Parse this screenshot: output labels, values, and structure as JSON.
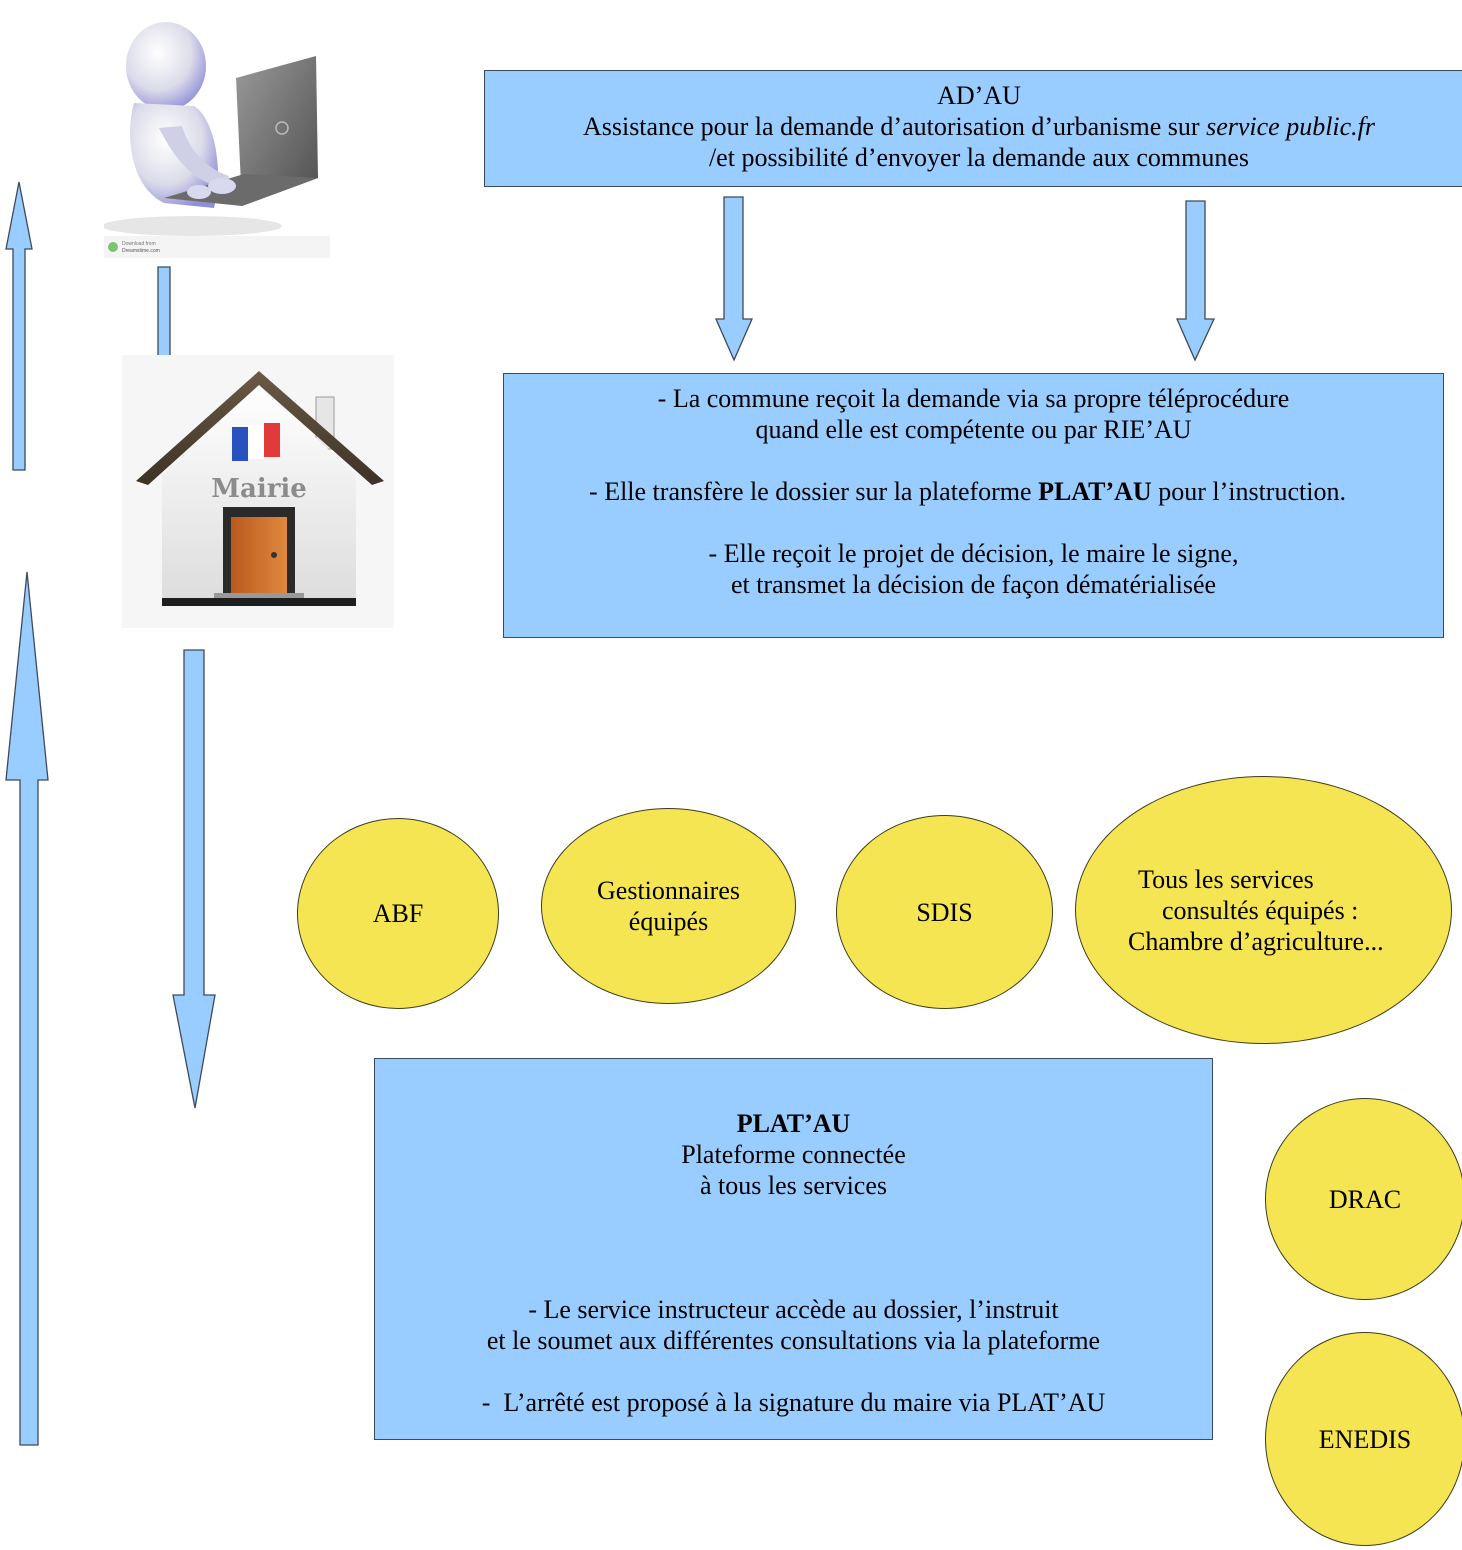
{
  "colors": {
    "box_fill": "#99ccff",
    "circle_fill": "#f5e553",
    "arrow_fill": "#99ccff",
    "stroke": "#3d4a5a"
  },
  "adau_box": {
    "title": "AD’AU",
    "line2_plain": "Assistance pour la demande d’autorisation d’urbanisme sur ",
    "line2_italic": "service public.fr",
    "line3": "/et possibilité d’envoyer la demande aux communes"
  },
  "commune_box": {
    "p1_line1": "- La commune reçoit la demande via sa propre téléprocédure",
    "p1_line2": "quand elle est compétente ou par RIE’AU",
    "p2_before": "- Elle transfère le dossier sur la plateforme ",
    "p2_bold": "PLAT’AU",
    "p2_after": " pour l’instruction.",
    "p3_line1": "- Elle reçoit le projet de décision, le maire le signe,",
    "p3_line2": "et transmet la décision de façon dématérialisée"
  },
  "platau_box": {
    "title": "PLAT’AU",
    "subtitle_line1": "Plateforme connectée",
    "subtitle_line2": "à tous les services",
    "p1_line1": "- Le service instructeur accède au dossier, l’instruit",
    "p1_line2": "et le soumet aux différentes consultations via la plateforme",
    "p2": "-  L’arrêté est proposé à la signature du maire via PLAT’AU"
  },
  "circles": {
    "abf": "ABF",
    "gestionnaires_line1": "Gestionnaires",
    "gestionnaires_line2": "équipés",
    "sdis": "SDIS",
    "tous_line1": "Tous les services",
    "tous_line2": "consultés équipés :",
    "tous_line3": "Chambre d’agriculture...",
    "drac": "DRAC",
    "enedis": "ENEDIS"
  },
  "images": {
    "user_icon": "person-laptop-icon",
    "mairie_icon": "mairie-house-icon",
    "mairie_label": "Mairie",
    "watermark_line1": "Download from",
    "watermark_line2": "Dreamstime.com"
  }
}
